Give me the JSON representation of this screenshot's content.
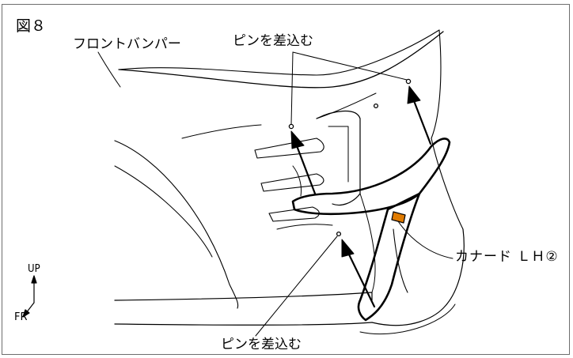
{
  "figure_label": "図８",
  "labels": {
    "front_bumper": "フロントバンパー",
    "insert_pin_top": "ピンを差込む",
    "insert_pin_bottom": "ピンを差込む",
    "canard": "カナード ＬＨ②"
  },
  "orientation": {
    "up": "UP",
    "fr": "FR"
  }
}
